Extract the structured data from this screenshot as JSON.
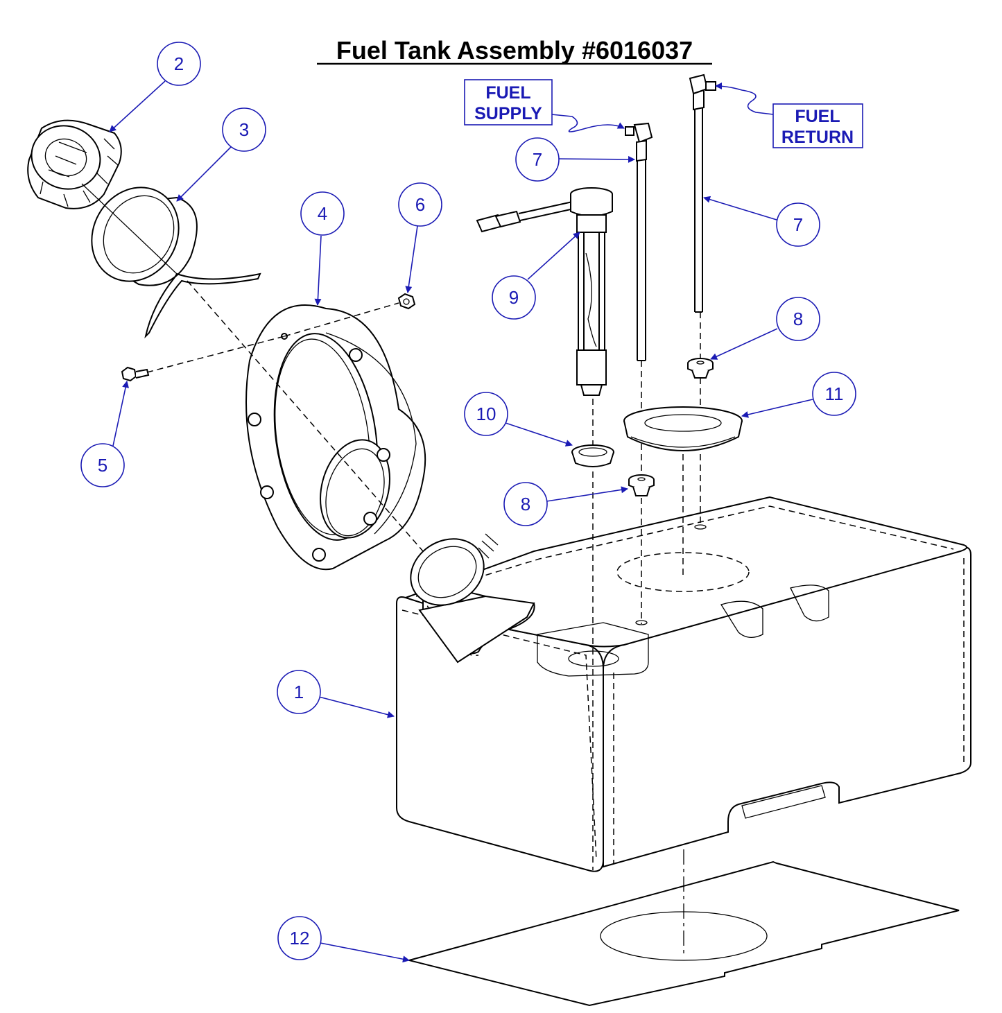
{
  "title": "Fuel Tank Assembly #6016037",
  "boxes": {
    "supply": [
      "FUEL",
      "SUPPLY"
    ],
    "return": [
      "FUEL",
      "RETURN"
    ]
  },
  "callouts": {
    "c1": "1",
    "c2": "2",
    "c3": "3",
    "c4": "4",
    "c5": "5",
    "c6": "6",
    "c7a": "7",
    "c7b": "7",
    "c8a": "8",
    "c8b": "8",
    "c9": "9",
    "c10": "10",
    "c11": "11",
    "c12": "12"
  },
  "colors": {
    "callout": "#1a1ab4",
    "line": "#000000"
  }
}
